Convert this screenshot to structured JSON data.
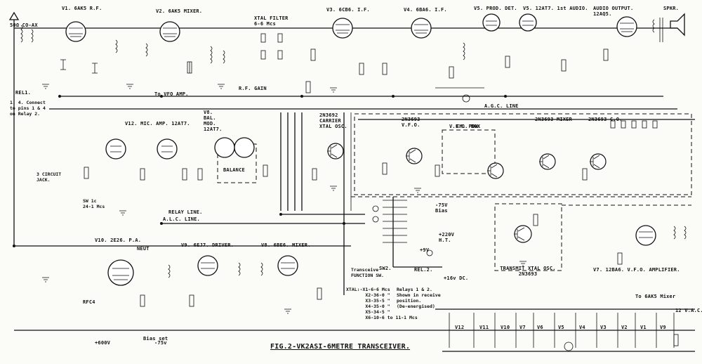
{
  "stages": {
    "v1": "V1. 6AK5 R.F.",
    "v2": "V2. 6AK5 MIXER.",
    "v3": "V3. 6CB6. I.F.",
    "v4": "V4. 6BA6. I.F.",
    "v5": "V5. PROD. DET.",
    "v512": "V5. 12AT7. 1st AUDIO.",
    "audio_out": "AUDIO OUTPUT. 12AQ5.",
    "spkr": "SPKR.",
    "v12": "V12. MIC. AMP. 12AT7.",
    "v8bal": "V8. BAL. MOD. 12AT7.",
    "carrier": "2N3692 CARRIER XTAL OSC.",
    "vfo": "2N3693 V.F.O.",
    "vfo_box": "V.F.O. BOX",
    "mixer": "2N3693 MIXER",
    "co": "2N3693 C.O.",
    "v10": "V10. 2E26. P.A.",
    "v9": "V9. 6EJ7. DRIVER.",
    "v8mix": "V8. 6BE6. MIXER.",
    "txosc": "TRANSMIT XTAL OSC. 2N3693",
    "v7": "V7. 12BA6. V.F.O. AMPLIFIER."
  },
  "labels": {
    "coax": "50Ω CO-AX",
    "xtal_filter": "XTAL FILTER 6-6 Mcs",
    "rf_gain": "R.F. GAIN",
    "to_vfo_amp": "To VFO AMP.",
    "rel1": "REL1.",
    "rel1_note": "1. 4. Connect\nto pins 1 & 4\non Relay 2.",
    "agc_line": "A.G.C. LINE",
    "relay_line": "RELAY LINE.",
    "alc_line": "A.L.C. LINE.",
    "balance": "BALANCE",
    "circuit_jack": "3 CIRCUIT\nJACK.",
    "sw_note": "SW 1c\n24-1 Mcs",
    "function_sw": "Transceive\nFUNCTION SW.",
    "sw2": "SW2.",
    "rel2": "REL.2.",
    "bias": "-75V Bias",
    "ht": "+220V H.T.",
    "plus9": "+9V",
    "plus16": "+16v DC.",
    "to_6ak5": "To 6AK5 Mixer",
    "ac_12": "12 V.A.C.",
    "em_pow": "EM. POW.",
    "neut": "NEUT",
    "rfc4": "RFC4",
    "bias_set": "Bias set",
    "minus75": "-75v",
    "plus600": "+600V"
  },
  "xtal_table": "XTAL:-X1-6-6 Mcs\n       X2-36-0 \"\n       X3-35-5 \"\n       X4-35-0 \"\n       X5-34-5 \"\n       X6-10-6 to 11-1 Mcs",
  "relay_note": "Relays 1 & 2.\nShown in receive\nposition.\n(De-energised)",
  "title": "FIG.2-VK2ASI-6METRE TRANSCEIVER.",
  "heater_labels": [
    "V12",
    "V11",
    "V10",
    "V7",
    "V6",
    "V5",
    "V4",
    "V3",
    "V2",
    "V1",
    "V9"
  ]
}
